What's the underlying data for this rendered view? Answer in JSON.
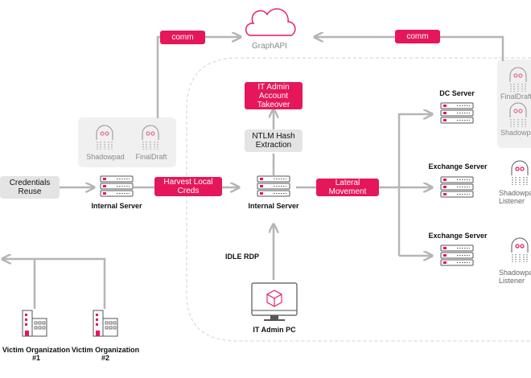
{
  "cloud": {
    "label": "GraphAPI"
  },
  "tags": {
    "comm_left": "comm",
    "comm_right": "comm",
    "harvest": "Harvest Local Creds",
    "lateral": "Lateral Movement",
    "takeover": "IT Admin Account Takeover"
  },
  "steps": {
    "credentials_reuse": "Credentials Reuse",
    "ntlm": "NTLM Hash Extraction",
    "idle_rdp": "IDLE RDP"
  },
  "malware": {
    "shadowpad": "Shadowpad",
    "finaldraft": "FinalDraft",
    "finaldraft_right": "FinalDraft",
    "shadowpad_right": "Shadowpad",
    "shadowpad_listener_1": "Shadowpad Listener",
    "shadowpad_listener_2": "Shadowpad Listener"
  },
  "nodes": {
    "internal_server_left": "Internal Server",
    "internal_server_center": "Internal Server",
    "dc_server": "DC Server",
    "exchange_server_1": "Exchange Server",
    "exchange_server_2": "Exchange Server",
    "it_admin_pc": "IT Admin PC",
    "victim_1": "Victim Organization #1",
    "victim_2": "Victim Organization #2"
  },
  "colors": {
    "accent": "#e5175a",
    "connector": "#b5b5b5",
    "panel": "#e4e4e4"
  }
}
